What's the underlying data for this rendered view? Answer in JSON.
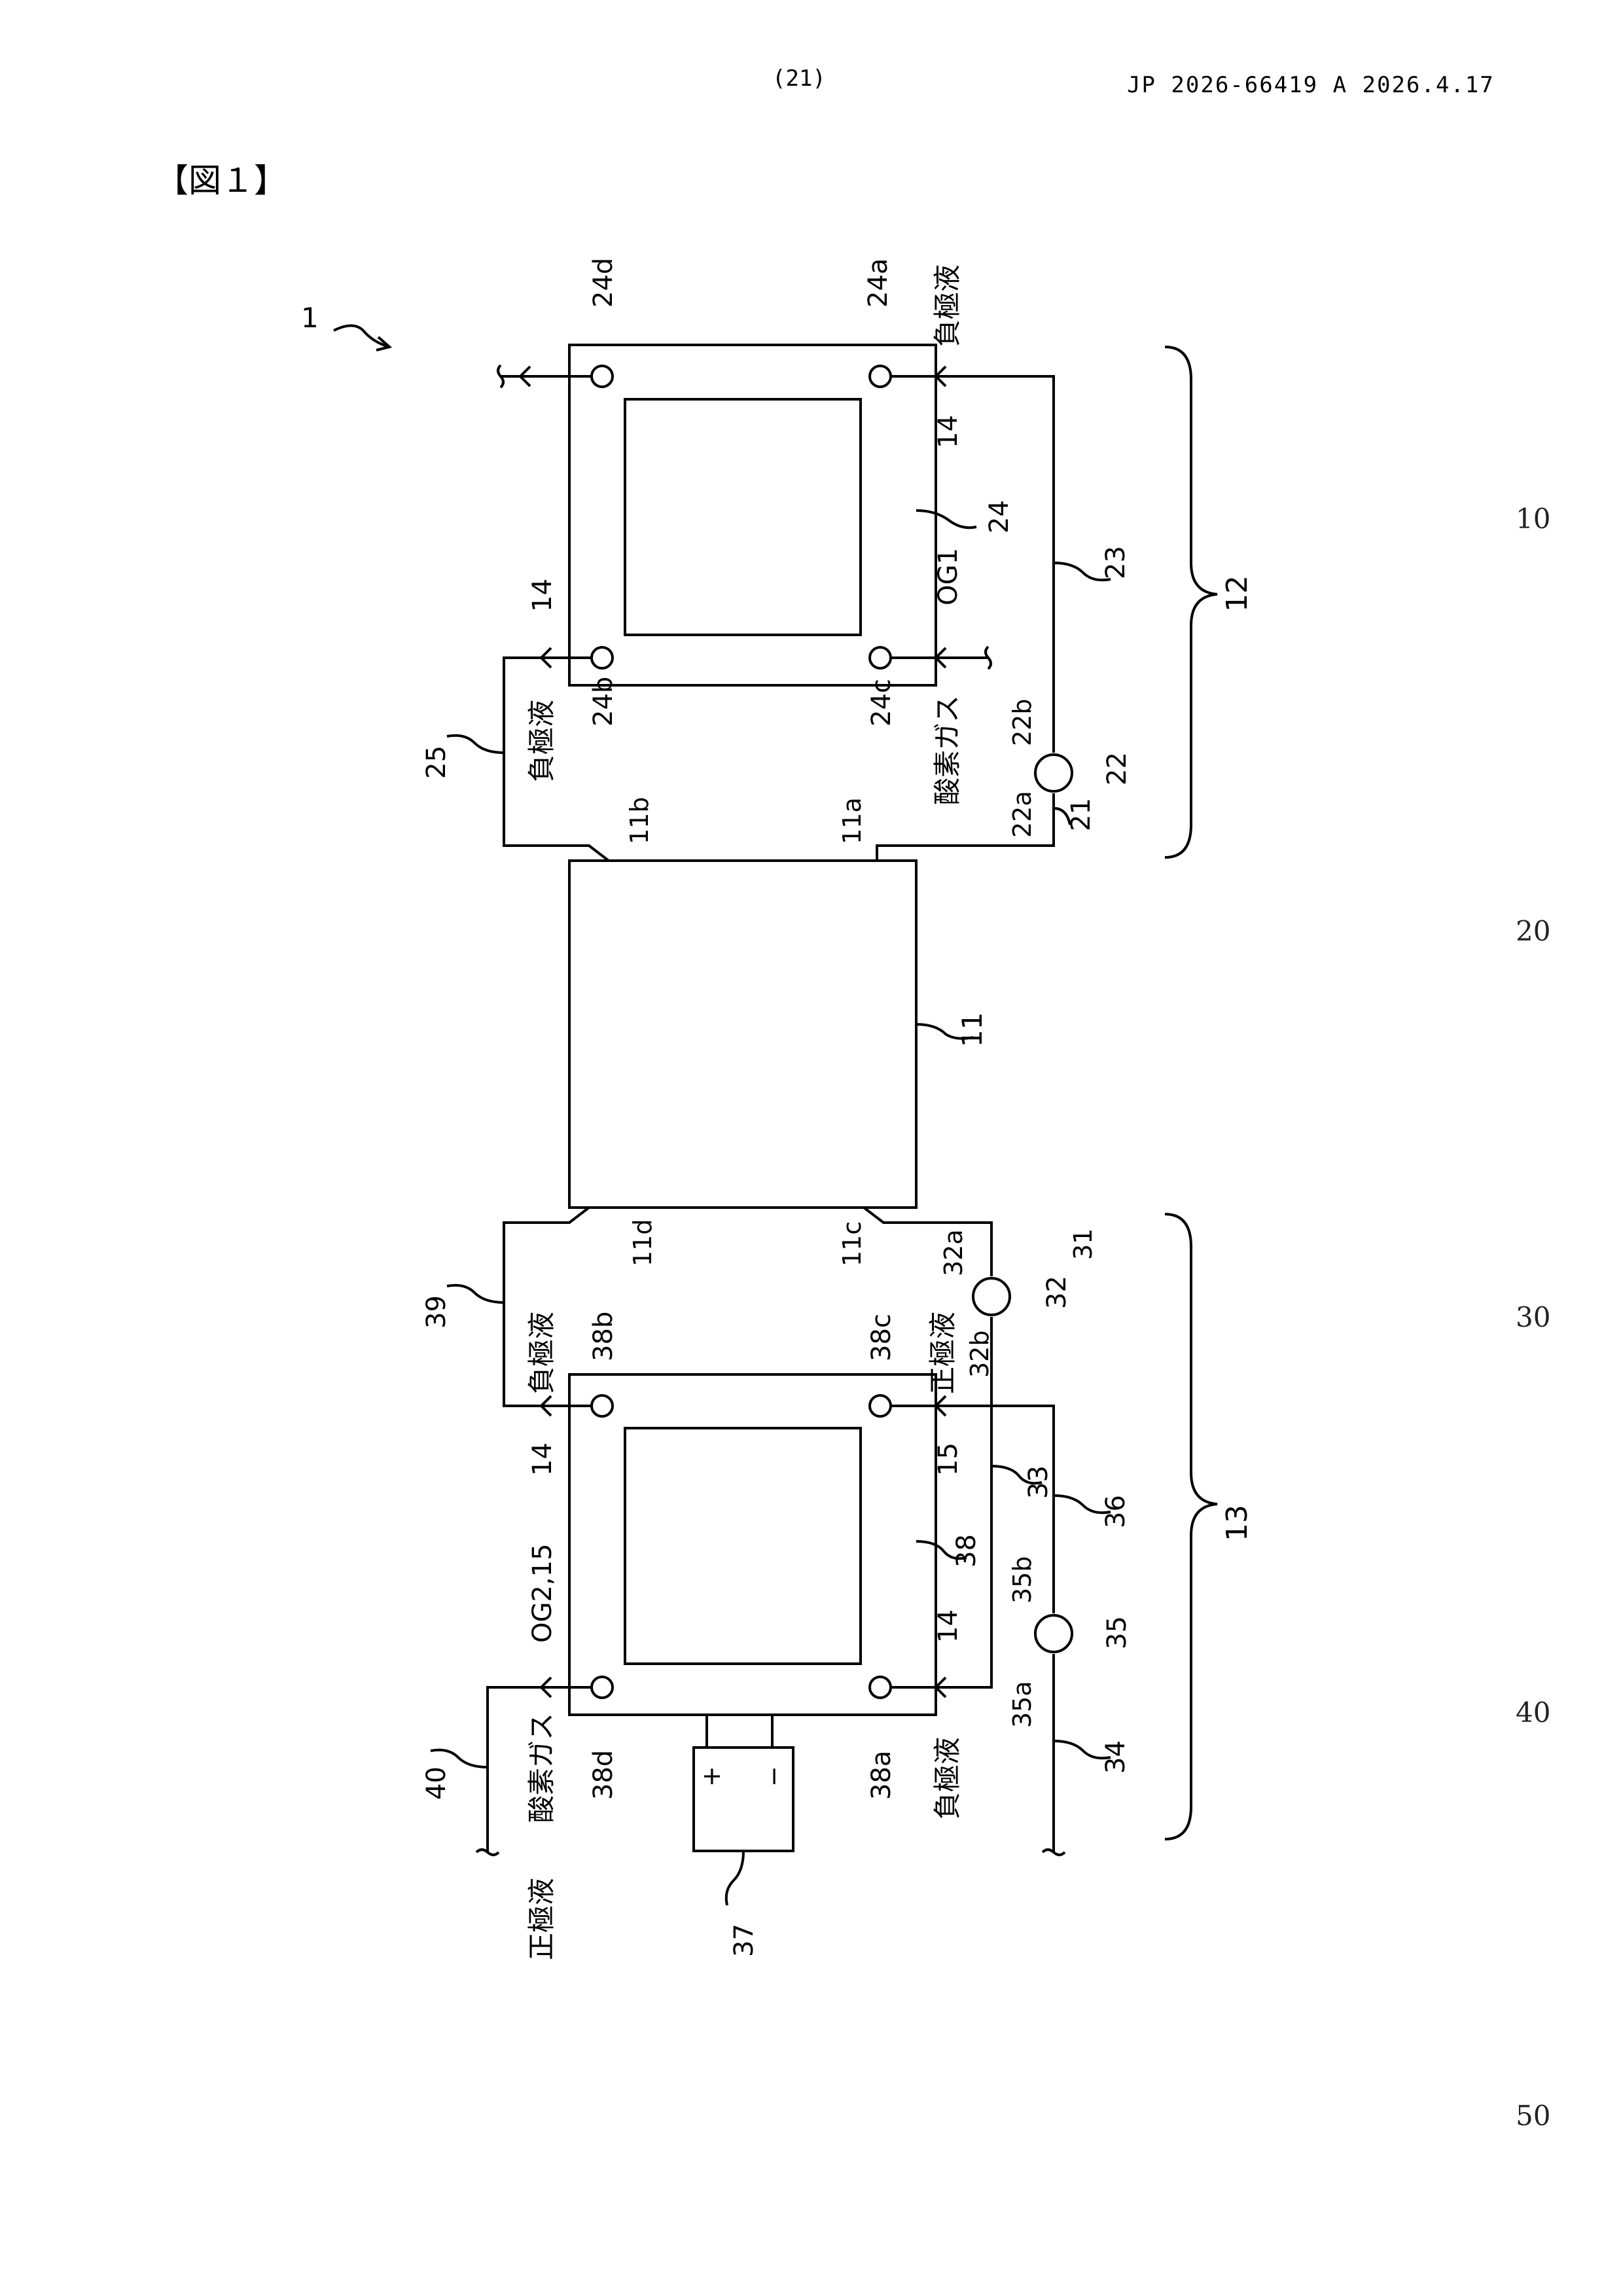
{
  "header": {
    "page_number": "(21)",
    "publication": "JP  2026-66419  A  2026.4.17"
  },
  "figure_title": "【図１】",
  "line_numbers": [
    "10",
    "20",
    "30",
    "40",
    "50"
  ],
  "diagram": {
    "system_ref": "1",
    "refs": {
      "r24d": "24d",
      "r24a": "24a",
      "r24b": "24b",
      "r24c": "24c",
      "r14": "14",
      "r24": "24",
      "r23": "23",
      "rOG1": "OG1",
      "r12": "12",
      "r22b": "22b",
      "r22a": "22a",
      "r22": "22",
      "r21": "21",
      "r25": "25",
      "r11a": "11a",
      "r11b": "11b",
      "r11": "11",
      "r11c": "11c",
      "r11d": "11d",
      "r31": "31",
      "r32a": "32a",
      "r32": "32",
      "r32b": "32b",
      "r39": "39",
      "r38b": "38b",
      "r38c": "38c",
      "r15": "15",
      "r33": "33",
      "r36": "36",
      "r13": "13",
      "rOG2": "OG2,15",
      "r38": "38",
      "r35b": "35b",
      "r35": "35",
      "r35a": "35a",
      "r38d": "38d",
      "r38a": "38a",
      "r34": "34",
      "r40": "40",
      "r37": "37",
      "plus": "+",
      "minus": "−"
    },
    "labels": {
      "neg_sol": "負極液",
      "pos_sol": "正極液",
      "oxygen_gas": "酸素ガス"
    }
  }
}
